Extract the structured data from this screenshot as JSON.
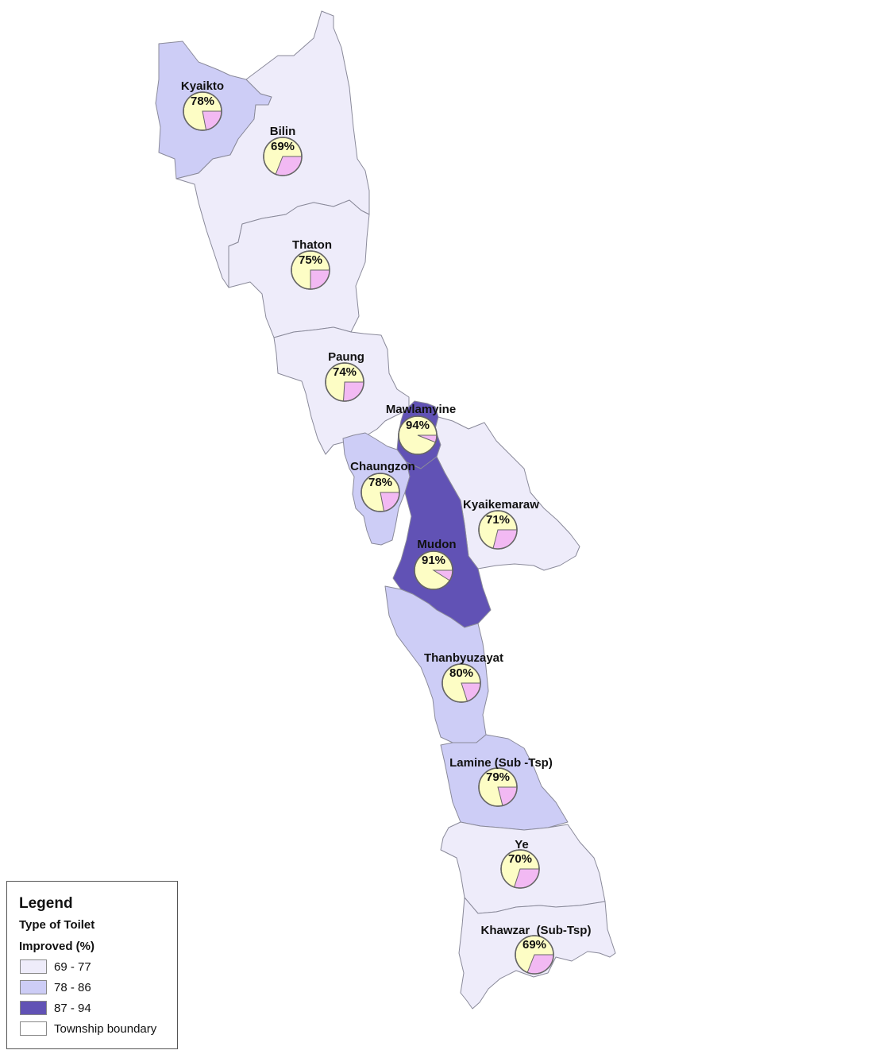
{
  "legend": {
    "title": "Legend",
    "subtitle_1": "Type of Toilet",
    "subtitle_2": "Improved (%)",
    "classes": [
      {
        "label": "69 - 77",
        "color": "#eeecfa"
      },
      {
        "label": "78 - 86",
        "color": "#cdcdf6"
      },
      {
        "label": "87 - 94",
        "color": "#6152b5"
      },
      {
        "label": "Township boundary",
        "color": "#ffffff"
      }
    ]
  },
  "colors": {
    "pie_improved": "#fdfdc5",
    "pie_unimproved": "#f2b9f3",
    "pie_outline": "#666666",
    "boundary": "#8a8a9a"
  },
  "townships": [
    {
      "name": "Kyaikto",
      "improved_pct": 78,
      "label": "78%",
      "class": 1
    },
    {
      "name": "Bilin",
      "improved_pct": 69,
      "label": "69%",
      "class": 0
    },
    {
      "name": "Thaton",
      "improved_pct": 75,
      "label": "75%",
      "class": 0
    },
    {
      "name": "Paung",
      "improved_pct": 74,
      "label": "74%",
      "class": 0
    },
    {
      "name": "Mawlamyine",
      "improved_pct": 94,
      "label": "94%",
      "class": 2
    },
    {
      "name": "Chaungzon",
      "improved_pct": 78,
      "label": "78%",
      "class": 1
    },
    {
      "name": "Kyaikemaraw",
      "improved_pct": 71,
      "label": "71%",
      "class": 0
    },
    {
      "name": "Mudon",
      "improved_pct": 91,
      "label": "91%",
      "class": 2
    },
    {
      "name": "Thanbyuzayat",
      "improved_pct": 80,
      "label": "80%",
      "class": 1
    },
    {
      "name": "Lamine (Sub -Tsp)",
      "improved_pct": 79,
      "label": "79%",
      "class": 1
    },
    {
      "name": "Ye",
      "improved_pct": 70,
      "label": "70%",
      "class": 0
    },
    {
      "name": "Khawzar  (Sub-Tsp)",
      "improved_pct": 69,
      "label": "69%",
      "class": 0
    }
  ]
}
